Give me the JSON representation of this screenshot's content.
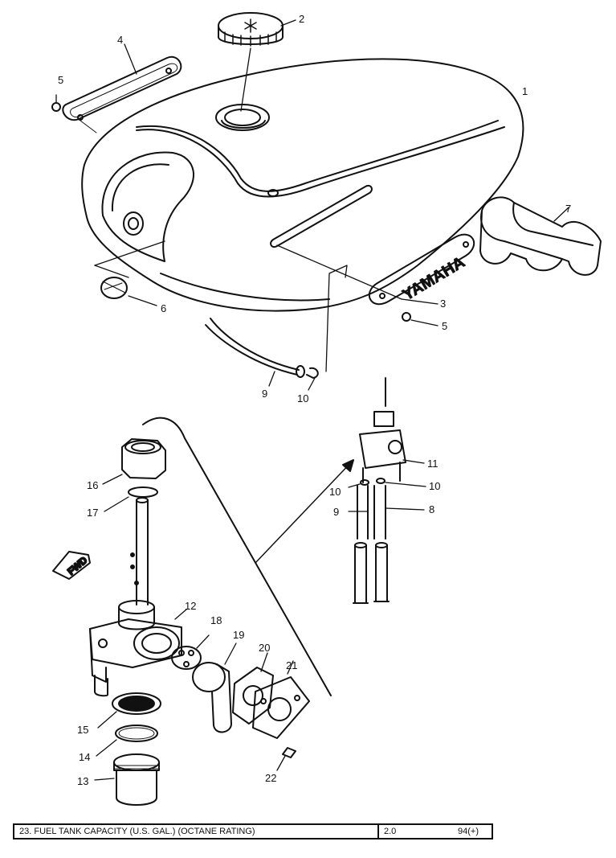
{
  "diagram": {
    "tank_emblem_text": "YAMAHA",
    "fwd_arrow_text": "FWD",
    "callouts": {
      "c1": "1",
      "c2": "2",
      "c3": "3",
      "c4": "4",
      "c5a": "5",
      "c5b": "5",
      "c6": "6",
      "c7": "7",
      "c8": "8",
      "c9a": "9",
      "c9b": "9",
      "c10a": "10",
      "c10b": "10",
      "c10c": "10",
      "c11": "11",
      "c12": "12",
      "c13": "13",
      "c14": "14",
      "c15": "15",
      "c16": "16",
      "c17": "17",
      "c18": "18",
      "c19": "19",
      "c20": "20",
      "c21": "21",
      "c22": "22"
    }
  },
  "footer": {
    "item": "23.  FUEL TANK CAPACITY (U.S. GAL.) (OCTANE RATING)",
    "capacity": "2.0",
    "octane": "94(+)"
  }
}
